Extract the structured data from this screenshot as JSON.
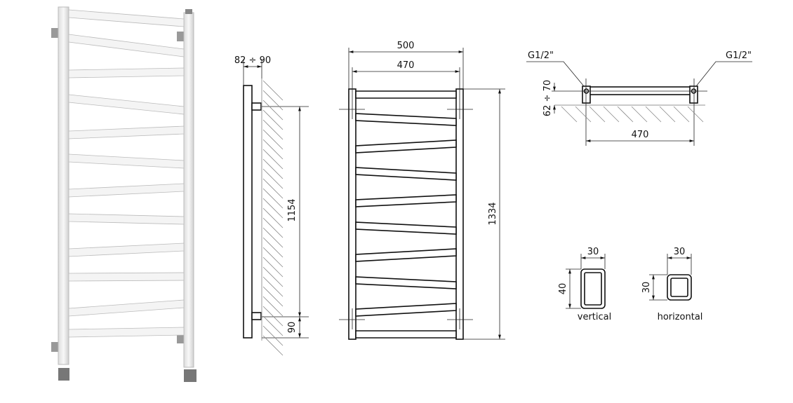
{
  "side_view": {
    "depth_label": "82 ÷ 90",
    "bracket_spacing_label": "1154",
    "bottom_offset_label": "90"
  },
  "front_view": {
    "overall_width_label": "500",
    "center_width_label": "470",
    "height_label": "1334"
  },
  "top_view": {
    "connection_left_label": "G1/2\"",
    "connection_right_label": "G1/2\"",
    "wall_distance_label": "62 ÷ 70",
    "width_label": "470"
  },
  "profiles": {
    "vertical": {
      "width_label": "30",
      "depth_label": "40",
      "caption": "vertical"
    },
    "horizontal": {
      "width_label": "30",
      "depth_label": "30",
      "caption": "horizontal"
    }
  }
}
